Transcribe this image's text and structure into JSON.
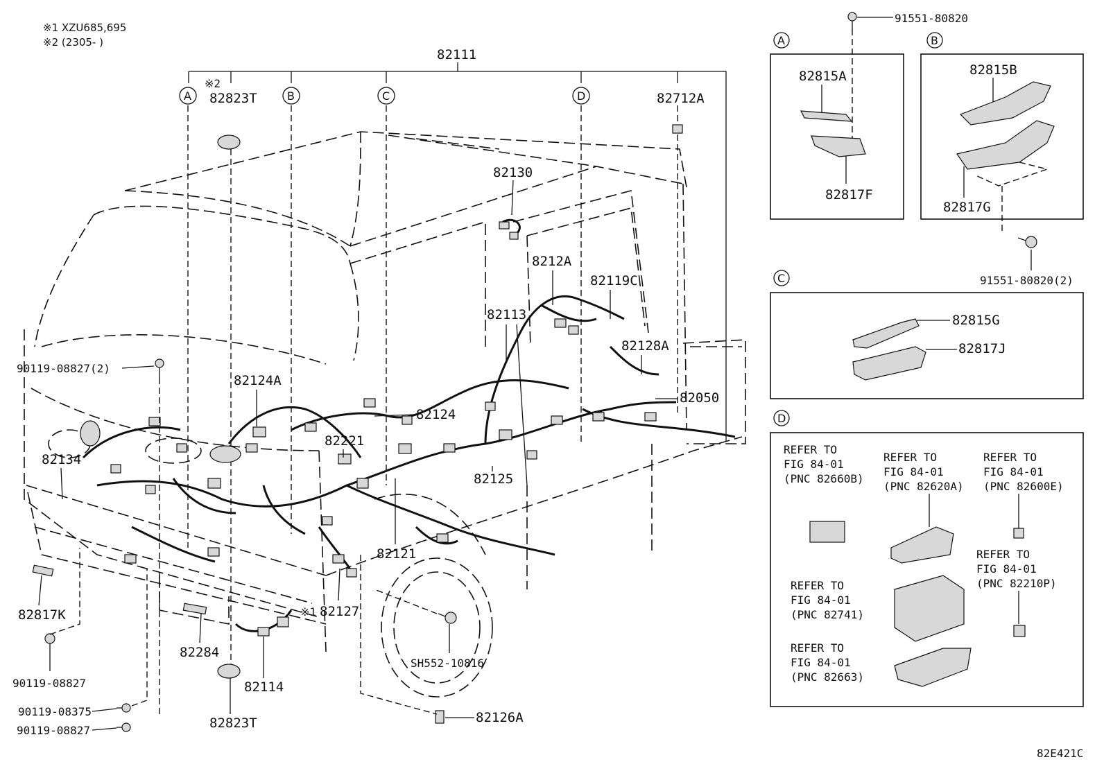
{
  "notes": {
    "note1": "※1 XZU685,695",
    "note2": "※2 (2305-     )"
  },
  "figure_code": "82E421C",
  "labels": {
    "p82111": "82111",
    "p82823T_top": "82823T",
    "p82823T_top_mark": "※2",
    "p82712A": "82712A",
    "p82130": "82130",
    "p8212A": "8212A",
    "p82119C": "82119C",
    "p82113": "82113",
    "p82128A": "82128A",
    "p82050": "82050",
    "p82124A": "82124A",
    "p82124": "82124",
    "p82221": "82221",
    "p82125": "82125",
    "p82121": "82121",
    "p82134": "82134",
    "p82127": "82127",
    "p82127_mark": "※1",
    "p82284": "82284",
    "p82114": "82114",
    "p82823T_bottom": "82823T",
    "p82817K": "82817K",
    "p82126A": "82126A",
    "b90119_08827_2": "90119-08827(2)",
    "b90119_08827": "90119-08827",
    "b90119_08375": "90119-08375",
    "b90119_08827_b": "90119-08827",
    "bSH552_10816": "SH552-10816",
    "b91551_80820": "91551-80820",
    "b91551_80820_2": "91551-80820(2)"
  },
  "callouts": {
    "A": "A",
    "B": "B",
    "C": "C",
    "D": "D"
  },
  "box_a": {
    "top": "82815A",
    "bottom": "82817F"
  },
  "box_b": {
    "top": "82815B",
    "bottom": "82817G"
  },
  "box_c": {
    "top": "82815G",
    "bottom": "82817J"
  },
  "box_d": {
    "refs": [
      {
        "l1": "REFER TO",
        "l2": "FIG 84-01",
        "l3": "(PNC 82660B)"
      },
      {
        "l1": "REFER TO",
        "l2": "FIG 84-01",
        "l3": "(PNC 82620A)"
      },
      {
        "l1": "REFER TO",
        "l2": "FIG 84-01",
        "l3": "(PNC 82600E)"
      },
      {
        "l1": "REFER TO",
        "l2": "FIG 84-01",
        "l3": "(PNC 82210P)"
      },
      {
        "l1": "REFER TO",
        "l2": "FIG 84-01",
        "l3": "(PNC 82741)"
      },
      {
        "l1": "REFER TO",
        "l2": "FIG 84-01",
        "l3": "(PNC 82663)"
      }
    ]
  }
}
